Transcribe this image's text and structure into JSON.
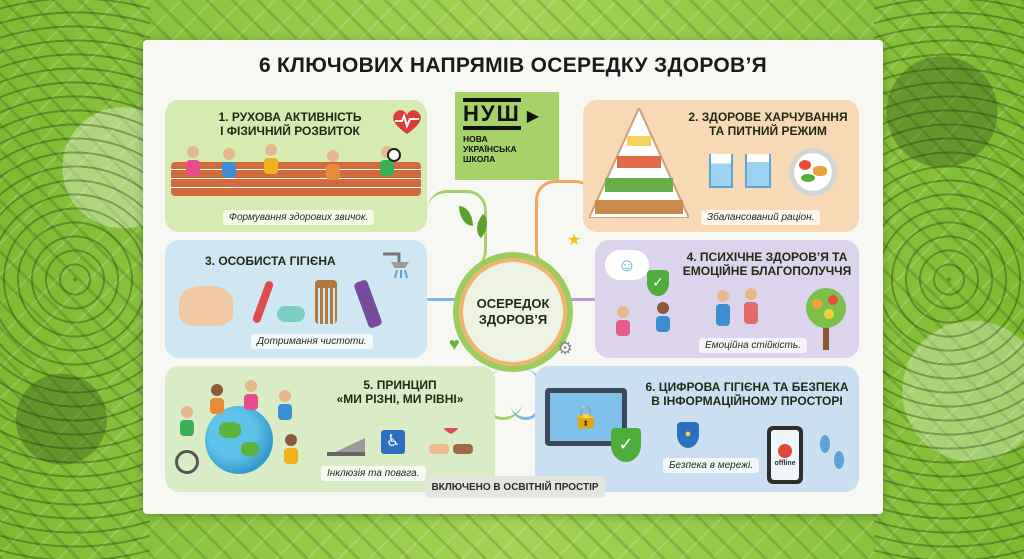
{
  "title": "6 КЛЮЧОВИХ НАПРЯМІВ ОСЕРЕДКУ ЗДОРОВ’Я",
  "logo": {
    "text": "НУШ",
    "subtitle_lines": [
      "НОВА",
      "УКРАЇНСЬКА",
      "ШКОЛА"
    ]
  },
  "center": {
    "line1": "ОСЕРЕДОК",
    "line2": "ЗДОРОВ’Я"
  },
  "panels": [
    {
      "title_lines": [
        "1. РУХОВА АКТИВНІСТЬ",
        "І ФІЗИЧНИЙ РОЗВИТОК"
      ],
      "caption": "Формування здорових звичок."
    },
    {
      "title_lines": [
        "2. ЗДОРОВЕ ХАРЧУВАННЯ",
        "ТА ПИТНИЙ РЕЖИМ"
      ],
      "caption": "Збалансований раціон."
    },
    {
      "title_lines": [
        "3. ОСОБИСТА ГІГІЄНА"
      ],
      "caption": "Дотримання чистоти."
    },
    {
      "title_lines": [
        "4. ПСИХІЧНЕ ЗДОРОВ’Я ТА",
        "ЕМОЦІЙНЕ БЛАГОПОЛУЧЧЯ"
      ],
      "caption": "Емоційна стійкість."
    },
    {
      "title_lines": [
        "5. ПРИНЦИП",
        "«МИ РІЗНІ, МИ РІВНІ»"
      ],
      "caption": "Інклюзія та повага."
    },
    {
      "title_lines": [
        "6. ЦИФРОВА ГІГІЄНА ТА БЕЗПЕКА",
        "В ІНФОРМАЦІЙНОМУ ПРОСТОРІ"
      ],
      "caption": "Безпека в мережі."
    }
  ],
  "phone_label": "offline",
  "footer": "ВКЛЮЧЕНО В ОСВІТНІЙ ПРОСТІР",
  "colors": {
    "background": "#8cc63f",
    "panel1": "#d6ebb0",
    "panel2": "#f9d8b4",
    "panel3": "#cfe6f3",
    "panel4": "#dcd3ec",
    "panel5": "#d9ecc5",
    "panel6": "#cbdff2"
  },
  "icons": [
    "heart-pulse-icon",
    "soccer-ball-icon",
    "food-pyramid-icon",
    "water-glass-icon",
    "plate-icon",
    "shower-icon",
    "soap-icon",
    "toothbrush-icon",
    "comb-icon",
    "smiley-cloud-icon",
    "shield-check-icon",
    "tree-icon",
    "globe-icon",
    "ramp-icon",
    "wheelchair-icon",
    "handshake-icon",
    "monitor-lock-icon",
    "phone-icon",
    "footprints-icon",
    "leaf-icon",
    "star-icon",
    "gear-icon",
    "heart-icon"
  ]
}
